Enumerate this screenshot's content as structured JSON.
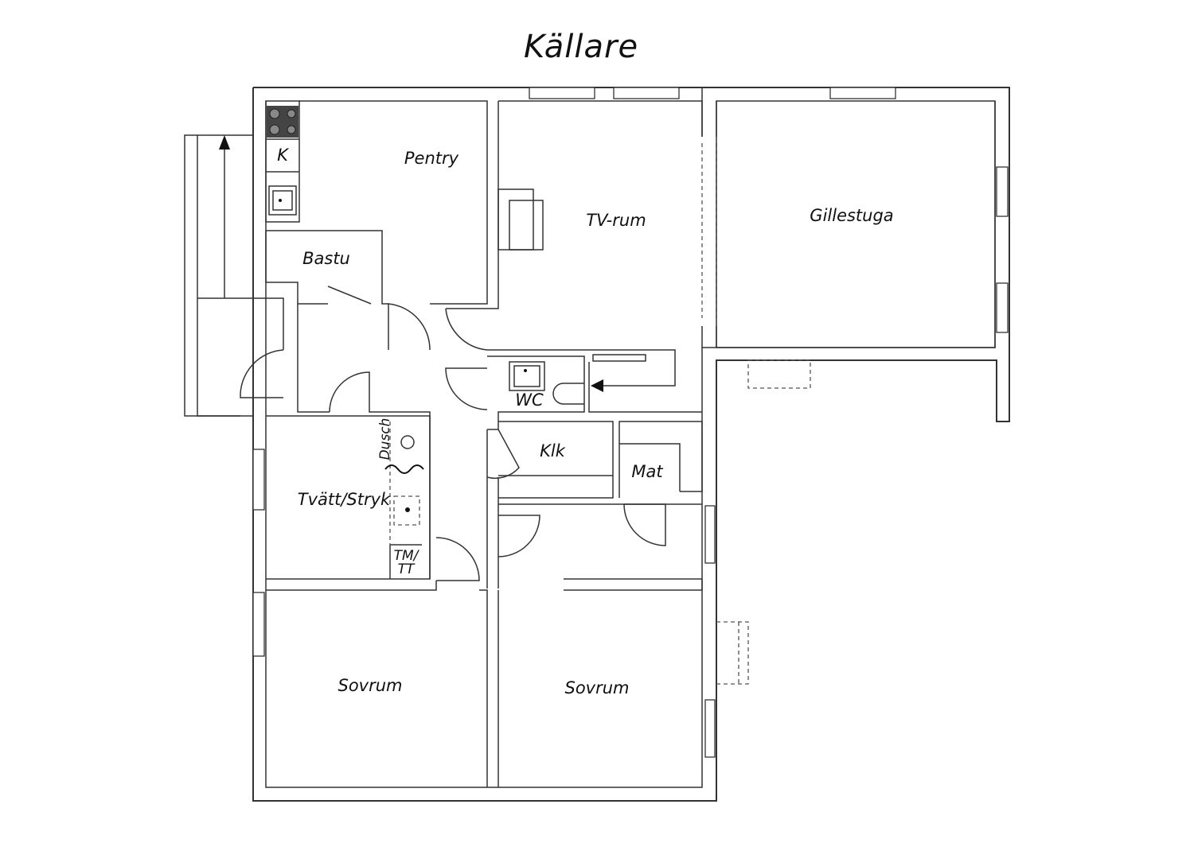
{
  "title": "Källare",
  "rooms": {
    "pentry": "Pentry",
    "kitchen_k": "K",
    "bastu": "Bastu",
    "tv_rum": "TV-rum",
    "gillestuga": "Gillestuga",
    "wc": "WC",
    "dusch": "Dusch",
    "klk": "Klk",
    "mat": "Mat",
    "tvatt_stryk": "Tvätt/Stryk",
    "tm_tt_line1": "TM/",
    "tm_tt_line2": "TT",
    "sovrum_left": "Sovrum",
    "sovrum_right": "Sovrum"
  },
  "colors": {
    "wall": "#333333",
    "background": "#ffffff",
    "hob": "#444444"
  }
}
